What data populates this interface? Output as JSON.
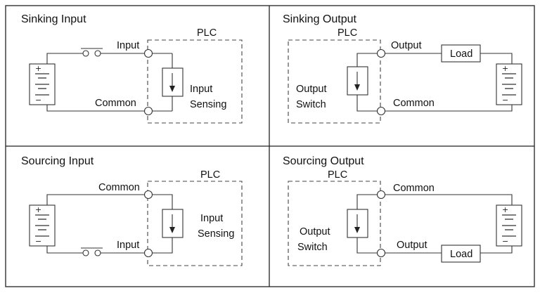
{
  "panels": {
    "sinking_input": {
      "title": "Sinking Input",
      "plc": "PLC",
      "input": "Input",
      "common": "Common",
      "sense1": "Input",
      "sense2": "Sensing"
    },
    "sinking_output": {
      "title": "Sinking Output",
      "plc": "PLC",
      "output": "Output",
      "common": "Common",
      "sw1": "Output",
      "sw2": "Switch",
      "load": "Load"
    },
    "sourcing_input": {
      "title": "Sourcing Input",
      "plc": "PLC",
      "common": "Common",
      "input": "Input",
      "sense1": "Input",
      "sense2": "Sensing"
    },
    "sourcing_output": {
      "title": "Sourcing Output",
      "plc": "PLC",
      "common": "Common",
      "output": "Output",
      "sw1": "Output",
      "sw2": "Switch",
      "load": "Load"
    }
  },
  "battery": {
    "plus": "+",
    "minus": "−"
  }
}
